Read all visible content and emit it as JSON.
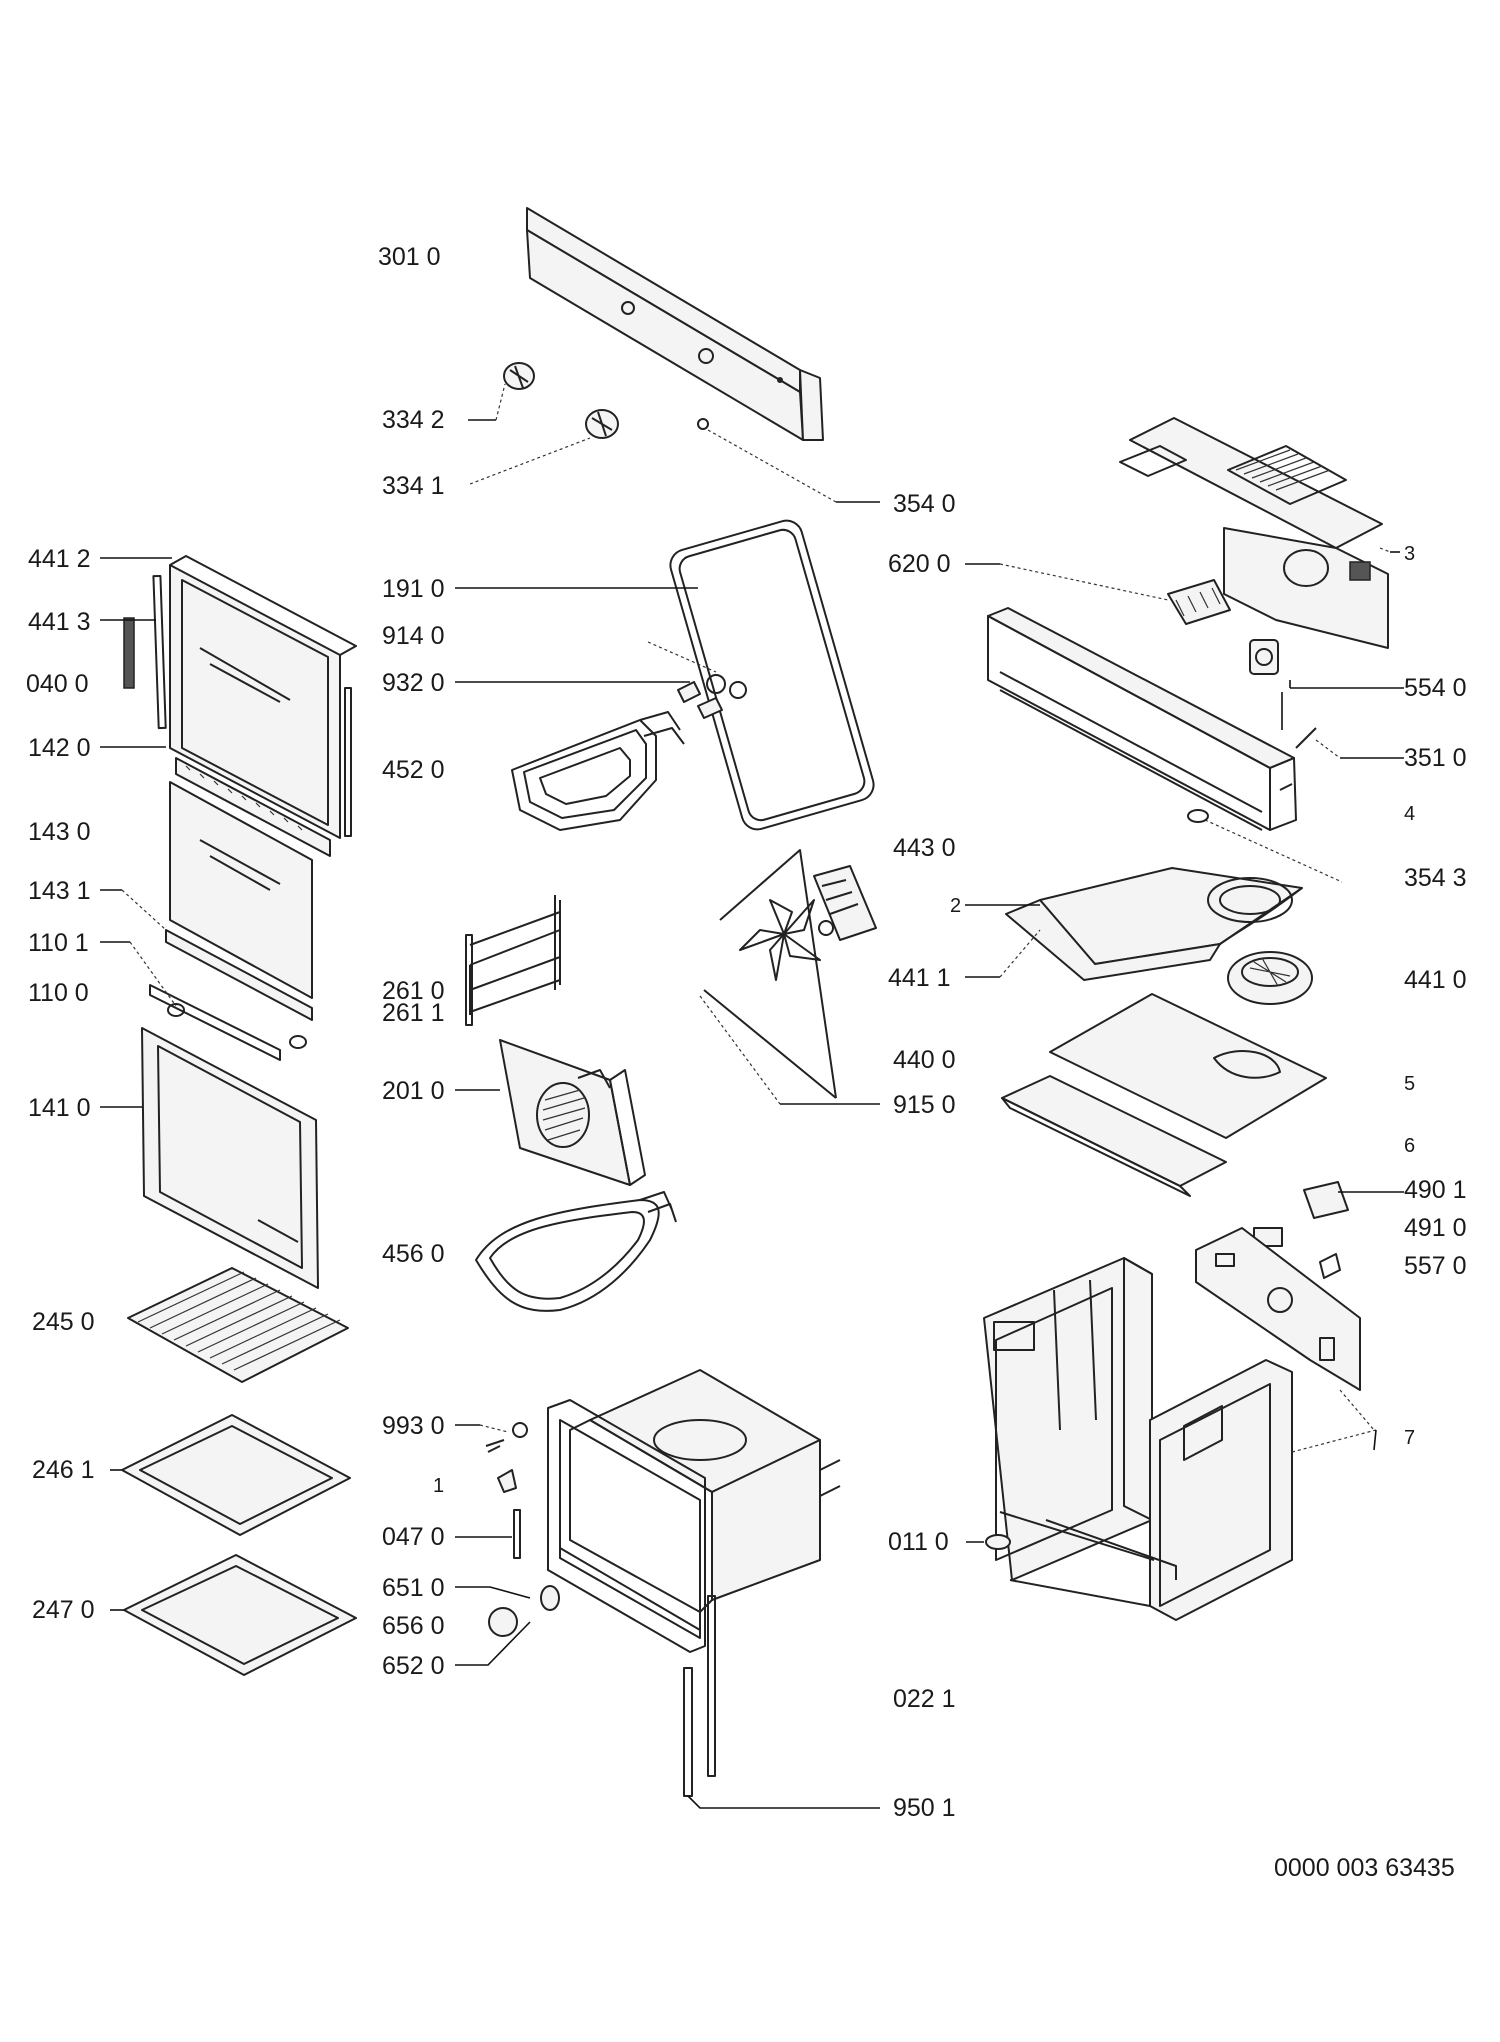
{
  "diagram": {
    "labels": {
      "p3010": "301 0",
      "p3342": "334 2",
      "p3341": "334 1",
      "p3540": "354 0",
      "p1910": "191 0",
      "p9140": "914 0",
      "p9320": "932 0",
      "p4520": "452 0",
      "p4412": "441 2",
      "p4413": "441 3",
      "p0400": "040 0",
      "p1420": "142 0",
      "p1430": "143 0",
      "p1431": "143 1",
      "p1101": "110 1",
      "p1100": "110 0",
      "p1410": "141 0",
      "p2450": "245 0",
      "p2461": "246 1",
      "p2470": "247 0",
      "p2610": "261 0",
      "p2611": "261 1",
      "p2010": "201 0",
      "p4560": "456 0",
      "p9930": "993 0",
      "n1": "1",
      "p0470": "047 0",
      "p6510": "651 0",
      "p6560": "656 0",
      "p6520": "652 0",
      "p4430": "443 0",
      "p4411": "441 1",
      "p4400": "440 0",
      "p9150": "915 0",
      "p6200": "620 0",
      "n3": "3",
      "p5540": "554 0",
      "p3510": "351 0",
      "n4": "4",
      "p3543": "354 3",
      "n2": "2",
      "p4410": "441 0",
      "n5": "5",
      "n6": "6",
      "p4901": "490 1",
      "p4910": "491 0",
      "p5570": "557 0",
      "n7": "7",
      "p0110": "011 0",
      "p0221": "022 1",
      "p9501": "950 1"
    },
    "reference": "0000 003 63435"
  }
}
